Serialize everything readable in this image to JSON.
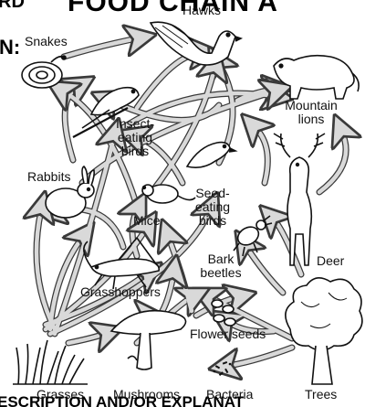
{
  "header": {
    "title_fragment": "FOOD CHAIN A",
    "left_fragment": "RD",
    "side_fragment": "N:",
    "bottom_fragment": "ESCRIPTION AND/OR EXPLANAT"
  },
  "organisms": {
    "snakes": "Snakes",
    "hawks": "Hawks",
    "mountain_lions": "Mountain lions",
    "insect_eating_birds": "Insect- eating birds",
    "rabbits": "Rabbits",
    "mice": "Mice",
    "seed_eating_birds": "Seed- eating birds",
    "deer": "Deer",
    "bark_beetles": "Bark beetles",
    "grasshoppers": "Grasshoppers",
    "flower_seeds": "Flower seeds",
    "grasses": "Grasses",
    "mushrooms": "Mushrooms",
    "bacteria": "Bacteria",
    "trees": "Trees"
  },
  "colors": {
    "arrow_fill": "#d9d9d9",
    "arrow_stroke": "#3a3a3a",
    "ink": "#111111"
  }
}
